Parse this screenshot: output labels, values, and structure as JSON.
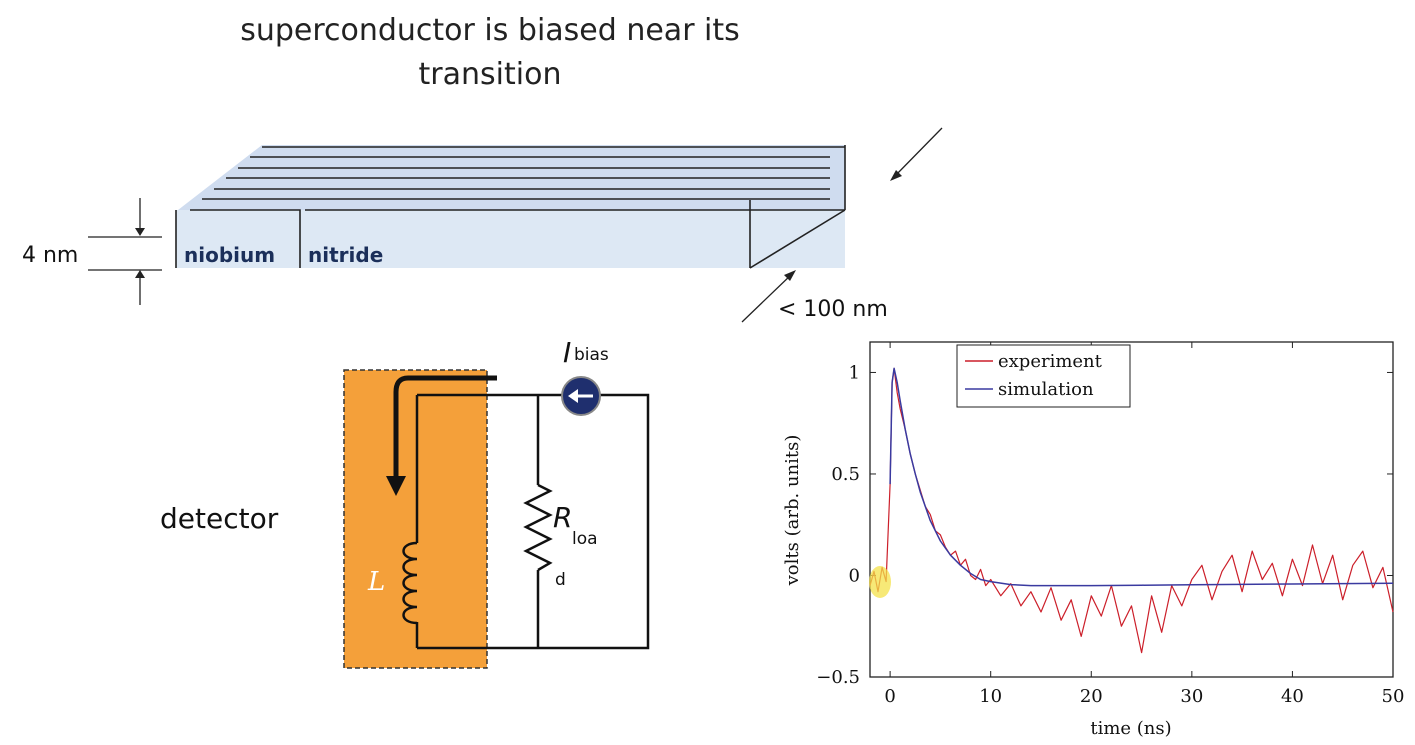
{
  "title": {
    "line1": "superconductor is biased near its",
    "line2": "transition"
  },
  "nanowire": {
    "thickness_label": "4 nm",
    "material_label_1": "niobium",
    "material_label_2": "nitride",
    "width_label": "< 100 nm"
  },
  "circuit": {
    "detector_label": "detector",
    "inductor_label": "L",
    "bias_label_main": "I",
    "bias_label_sub": "bias",
    "load_label_main": "R",
    "load_label_sub": "loa",
    "load_label_tail": "d",
    "colors": {
      "detector_fill": "#f4a03a",
      "source_fill": "#1f2f6e"
    }
  },
  "chart_data": {
    "type": "line",
    "xlabel": "time (ns)",
    "ylabel": "volts (arb. units)",
    "xlim": [
      -2,
      50
    ],
    "ylim": [
      -0.5,
      1.15
    ],
    "xticks": [
      0,
      10,
      20,
      30,
      40,
      50
    ],
    "yticks": [
      -0.5,
      0,
      0.5,
      1
    ],
    "xtick_labels": [
      "0",
      "10",
      "20",
      "30",
      "40",
      "50"
    ],
    "ytick_labels": [
      "−0.5",
      "0",
      "0.5",
      "1"
    ],
    "legend_position": "top-left",
    "series": [
      {
        "name": "experiment",
        "color": "#cc1f2a",
        "x": [
          -2,
          -1.6,
          -1.2,
          -0.8,
          -0.4,
          0,
          0.2,
          0.4,
          0.7,
          1,
          1.5,
          2,
          2.5,
          3,
          3.5,
          4,
          4.5,
          5,
          5.5,
          6,
          6.5,
          7,
          7.5,
          8,
          8.5,
          9,
          9.5,
          10,
          11,
          12,
          13,
          14,
          15,
          16,
          17,
          18,
          19,
          20,
          21,
          22,
          23,
          24,
          25,
          26,
          27,
          28,
          29,
          30,
          31,
          32,
          33,
          34,
          35,
          36,
          37,
          38,
          39,
          40,
          41,
          42,
          43,
          44,
          45,
          46,
          47,
          48,
          49,
          50
        ],
        "y": [
          -0.05,
          0.02,
          -0.08,
          0.04,
          -0.03,
          0.45,
          0.95,
          1.02,
          0.9,
          0.82,
          0.72,
          0.6,
          0.5,
          0.42,
          0.34,
          0.3,
          0.22,
          0.2,
          0.14,
          0.1,
          0.12,
          0.05,
          0.08,
          0.0,
          -0.02,
          0.03,
          -0.05,
          -0.02,
          -0.1,
          -0.04,
          -0.15,
          -0.08,
          -0.18,
          -0.06,
          -0.22,
          -0.12,
          -0.3,
          -0.1,
          -0.2,
          -0.05,
          -0.25,
          -0.15,
          -0.38,
          -0.1,
          -0.28,
          -0.05,
          -0.15,
          -0.02,
          0.05,
          -0.12,
          0.02,
          0.1,
          -0.08,
          0.12,
          -0.02,
          0.06,
          -0.1,
          0.08,
          -0.05,
          0.15,
          -0.04,
          0.1,
          -0.12,
          0.05,
          0.12,
          -0.06,
          0.04,
          -0.18
        ]
      },
      {
        "name": "simulation",
        "color": "#3a3aa0",
        "x": [
          0,
          0.2,
          0.4,
          0.7,
          1,
          1.5,
          2,
          2.5,
          3,
          3.5,
          4,
          5,
          6,
          7,
          8,
          9,
          10,
          12,
          14,
          16,
          18,
          20,
          25,
          30,
          35,
          40,
          45,
          50
        ],
        "y": [
          0.45,
          0.95,
          1.02,
          0.95,
          0.86,
          0.72,
          0.6,
          0.5,
          0.41,
          0.34,
          0.27,
          0.17,
          0.1,
          0.05,
          0.01,
          -0.02,
          -0.03,
          -0.045,
          -0.05,
          -0.05,
          -0.05,
          -0.05,
          -0.048,
          -0.046,
          -0.044,
          -0.042,
          -0.04,
          -0.038
        ]
      }
    ]
  }
}
